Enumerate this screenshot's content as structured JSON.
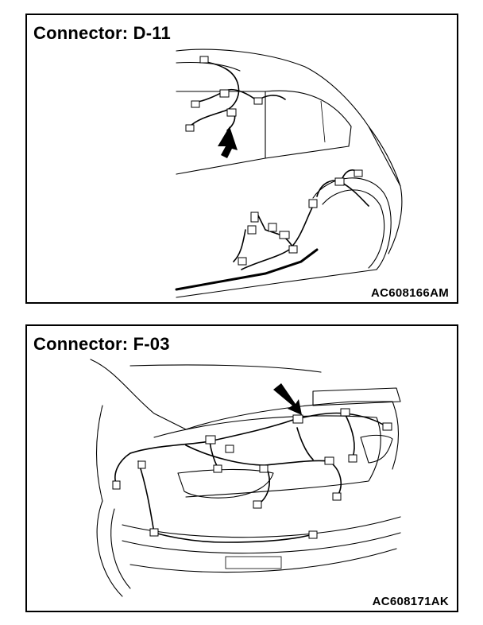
{
  "panels": [
    {
      "title": "Connector: D-11",
      "code": "AC608166AM"
    },
    {
      "title": "Connector: F-03",
      "code": "AC608171AK"
    }
  ]
}
